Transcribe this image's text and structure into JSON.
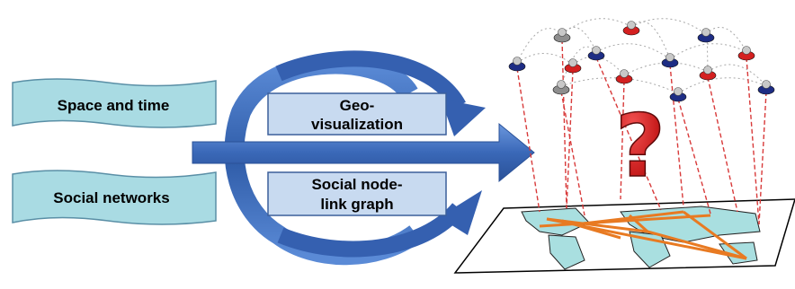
{
  "inputs": {
    "space_time": "Space and time",
    "social_networks": "Social networks"
  },
  "views": {
    "geo_line1": "Geo-",
    "geo_line2": "visualization",
    "social_line1": "Social node-",
    "social_line2": "link graph"
  },
  "symbols": {
    "question_mark": "?"
  },
  "colors": {
    "banner_fill": "#a9dbe3",
    "banner_stroke": "#5a8fa6",
    "view_box_fill": "#c8daf0",
    "arrow_blue": "#3f6fbf",
    "ring_blue": "#3560b0",
    "node_red": "#d42020",
    "node_navy": "#1e2d84",
    "node_grey": "#b8b8b8",
    "link_red_dashed": "#d83a3a",
    "question_red": "#c81d1d",
    "map_land": "#a9dfe0",
    "route_orange": "#e87a22"
  },
  "icons": [
    "globe-map-icon",
    "question-mark-icon",
    "node-link-network-icon"
  ]
}
